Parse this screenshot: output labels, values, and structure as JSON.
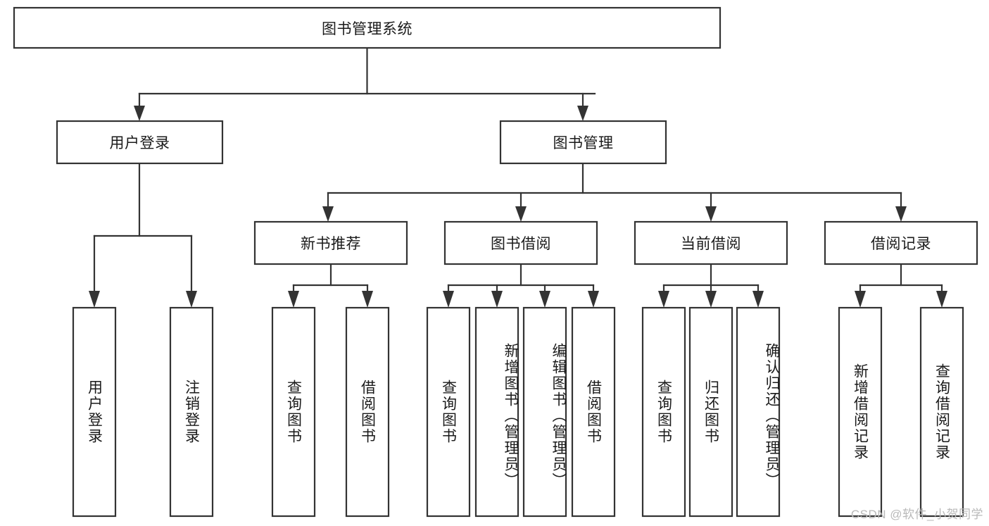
{
  "diagram": {
    "type": "tree-hierarchy",
    "title": "图书管理系统",
    "orientation": "top-down",
    "colors": {
      "box_fill": "#ffffff",
      "box_stroke": "#333333",
      "text": "#1a1a1a",
      "background": "#ffffff",
      "watermark": "#b9b9b9"
    },
    "levels": {
      "root": "图书管理系统",
      "level2": [
        "用户登录",
        "图书管理"
      ],
      "level3": [
        "新书推荐",
        "图书借阅",
        "当前借阅",
        "借阅记录"
      ],
      "level4_groups": [
        {
          "parent": "用户登录",
          "children": [
            "用户登录",
            "注销登录"
          ]
        },
        {
          "parent": "新书推荐",
          "children": [
            "查询图书",
            "借阅图书"
          ]
        },
        {
          "parent": "图书借阅",
          "children": [
            "查询图书",
            "新增图书（管理员）",
            "编辑图书（管理员）",
            "借阅图书"
          ]
        },
        {
          "parent": "当前借阅",
          "children": [
            "查询图书",
            "归还图书",
            "确认归还（管理员）"
          ]
        },
        {
          "parent": "借阅记录",
          "children": [
            "新增借阅记录",
            "查询借阅记录"
          ]
        }
      ]
    }
  },
  "nodes": {
    "root": {
      "label": "图书管理系统"
    },
    "user_login": {
      "label": "用户登录"
    },
    "book_manage": {
      "label": "图书管理"
    },
    "new_book_rec": {
      "label": "新书推荐"
    },
    "book_borrow": {
      "label": "图书借阅"
    },
    "current_borrow": {
      "label": "当前借阅"
    },
    "borrow_record": {
      "label": "借阅记录"
    },
    "leaf_user_login": {
      "label": "用户登录"
    },
    "leaf_logout": {
      "label": "注销登录"
    },
    "leaf_query_book_1": {
      "label": "查询图书"
    },
    "leaf_borrow_book_1": {
      "label": "借阅图书"
    },
    "leaf_query_book_2": {
      "label": "查询图书"
    },
    "leaf_add_book": {
      "label": "新增图书（管理员）"
    },
    "leaf_edit_book": {
      "label": "编辑图书（管理员）"
    },
    "leaf_borrow_book_2": {
      "label": "借阅图书"
    },
    "leaf_query_book_3": {
      "label": "查询图书"
    },
    "leaf_return_book": {
      "label": "归还图书"
    },
    "leaf_confirm_return": {
      "label": "确认归还（管理员）"
    },
    "leaf_add_record": {
      "label": "新增借阅记录"
    },
    "leaf_query_record": {
      "label": "查询借阅记录"
    }
  },
  "watermark": {
    "text": "CSDN @软件_小贺同学"
  }
}
